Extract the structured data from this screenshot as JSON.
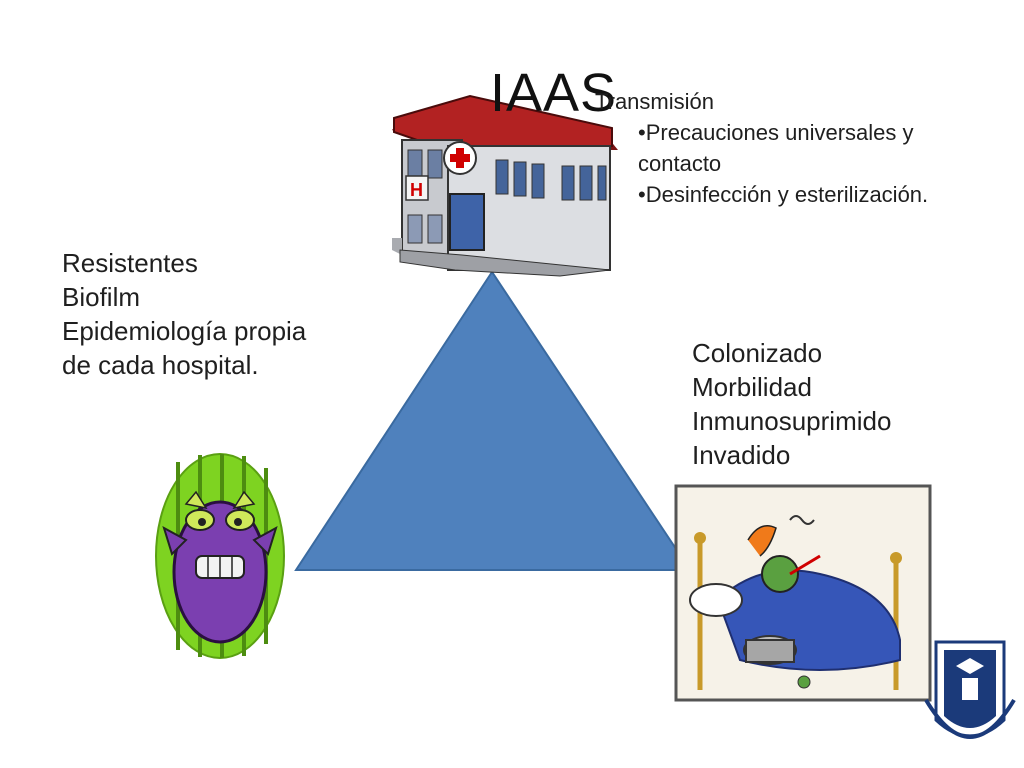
{
  "title": "IAAS",
  "transmission": {
    "heading": "Transmisión",
    "bullets": [
      "•Precauciones universales y",
      "contacto",
      "•Desinfección y esterilización."
    ]
  },
  "agent_list": [
    "Resistentes",
    "Biofilm",
    "Epidemiología propia",
    "de cada hospital."
  ],
  "host_list": [
    "Colonizado",
    "Morbilidad",
    "Inmunosuprimido",
    "Invadido"
  ],
  "hospital_sign": "H",
  "colors": {
    "triangle": "#4f81bd",
    "triangle_stroke": "#3a6aa0",
    "roof": "#b22222",
    "building": "#d6d8dc",
    "germ_bg": "#7ed321",
    "germ_body": "#7b3fb0"
  }
}
